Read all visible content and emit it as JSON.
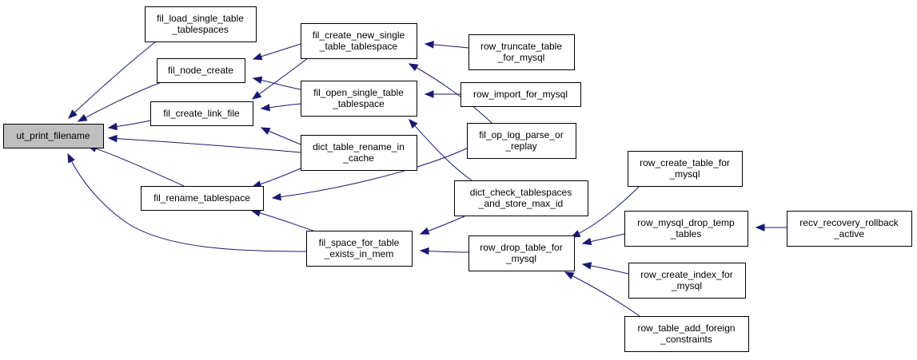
{
  "colors": {
    "edge": "#191970",
    "root_fill": "#bfbfbf",
    "node_fill": "#ffffff",
    "node_stroke": "#000000"
  },
  "nodes": {
    "ut_print_filename": [
      "ut_print_filename"
    ],
    "fil_load_single_table_tablespaces": [
      "fil_load_single_table",
      "_tablespaces"
    ],
    "fil_node_create": [
      "fil_node_create"
    ],
    "fil_create_link_file": [
      "fil_create_link_file"
    ],
    "fil_rename_tablespace": [
      "fil_rename_tablespace"
    ],
    "fil_create_new_single_table_tablespace": [
      "fil_create_new_single",
      "_table_tablespace"
    ],
    "fil_open_single_table_tablespace": [
      "fil_open_single_table",
      "_tablespace"
    ],
    "dict_table_rename_in_cache": [
      "dict_table_rename_in",
      "_cache"
    ],
    "fil_space_for_table_exists_in_mem": [
      "fil_space_for_table",
      "_exists_in_mem"
    ],
    "row_truncate_table_for_mysql": [
      "row_truncate_table",
      "_for_mysql"
    ],
    "row_import_for_mysql": [
      "row_import_for_mysql"
    ],
    "fil_op_log_parse_or_replay": [
      "fil_op_log_parse_or",
      "_replay"
    ],
    "dict_check_tablespaces_and_store_max_id": [
      "dict_check_tablespaces",
      "_and_store_max_id"
    ],
    "row_drop_table_for_mysql": [
      "row_drop_table_for",
      "_mysql"
    ],
    "row_create_table_for_mysql": [
      "row_create_table_for",
      "_mysql"
    ],
    "row_mysql_drop_temp_tables": [
      "row_mysql_drop_temp",
      "_tables"
    ],
    "row_create_index_for_mysql": [
      "row_create_index_for",
      "_mysql"
    ],
    "row_table_add_foreign_constraints": [
      "row_table_add_foreign",
      "_constraints"
    ],
    "recv_recovery_rollback_active": [
      "recv_recovery_rollback",
      "_active"
    ]
  }
}
